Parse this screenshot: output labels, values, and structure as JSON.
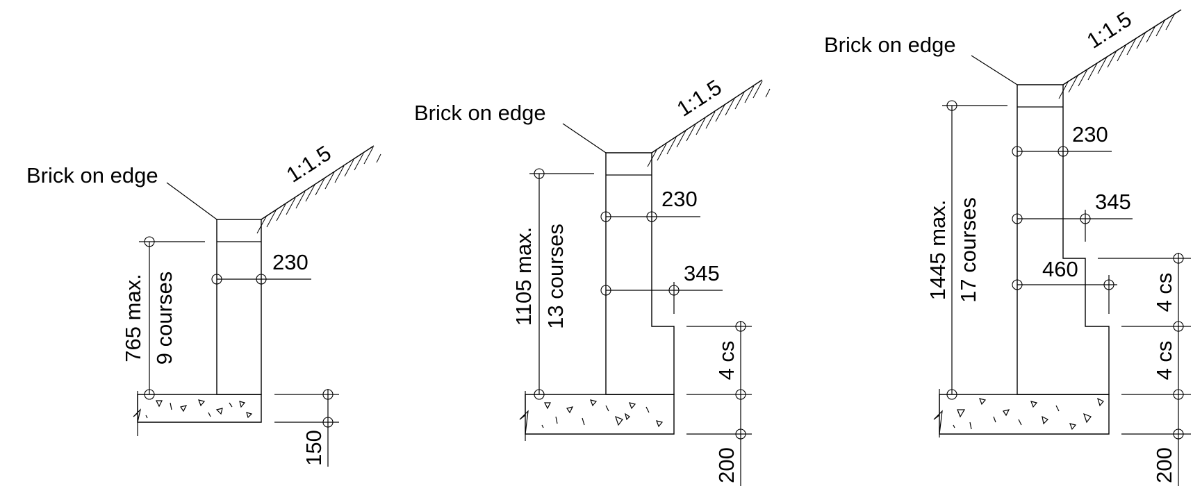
{
  "drawing": {
    "walls": [
      {
        "id": "wall-a",
        "coping_label": "Brick on edge",
        "slope_label": "1:1.5",
        "height_label": "765 max.",
        "courses_label": "9 courses",
        "width_labels": [
          "230"
        ],
        "footing_label": "150"
      },
      {
        "id": "wall-b",
        "coping_label": "Brick on edge",
        "slope_label": "1:1.5",
        "height_label": "1105 max.",
        "courses_label": "13 courses",
        "width_labels": [
          "230",
          "345"
        ],
        "step_label": "4 cs",
        "footing_label": "200"
      },
      {
        "id": "wall-c",
        "coping_label": "Brick on edge",
        "slope_label": "1:1.5",
        "height_label": "1445 max.",
        "courses_label": "17 courses",
        "width_labels": [
          "230",
          "345",
          "460"
        ],
        "step_labels": [
          "4 cs",
          "4 cs"
        ],
        "footing_label": "200"
      }
    ]
  }
}
